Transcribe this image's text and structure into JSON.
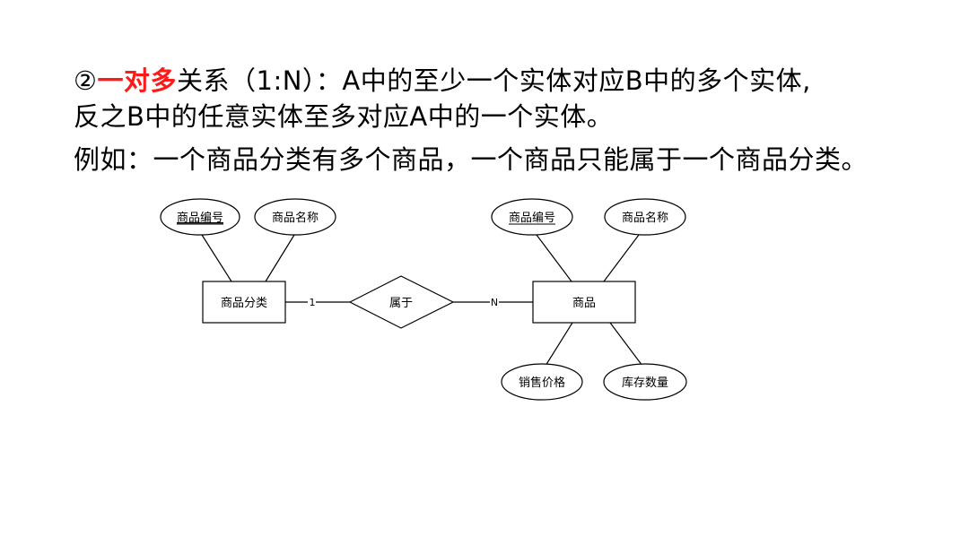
{
  "heading": {
    "marker": "②",
    "highlight": "一对多",
    "line1_rest": "关系（1:N）：A中的至少一个实体对应B中的多个实体,",
    "line2": "反之B中的任意实体至多对应A中的一个实体。",
    "line3": "例如：一个商品分类有多个商品，一个商品只能属于一个商品分类。",
    "highlight_color": "#ff1a1a"
  },
  "diagram": {
    "entities": {
      "category": "商品分类",
      "product": "商品"
    },
    "relationship": "属于",
    "cardinality": {
      "left": "1",
      "right": "N"
    },
    "category_attributes": {
      "key": "商品编号",
      "name": "商品名称"
    },
    "product_attributes": {
      "key": "商品编号",
      "name": "商品名称",
      "price": "销售价格",
      "stock": "库存数量"
    }
  }
}
